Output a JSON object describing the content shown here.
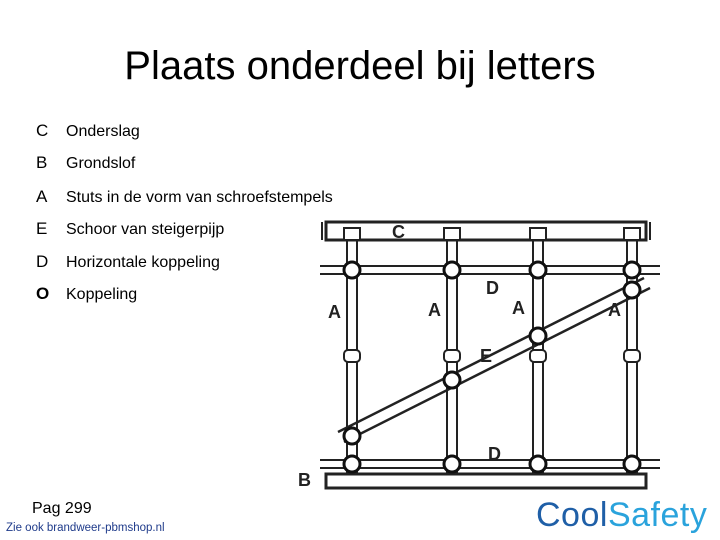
{
  "title": "Plaats onderdeel bij letters",
  "legend": [
    {
      "letter": "C",
      "text": "Onderslag"
    },
    {
      "letter": "B",
      "text": "Grondslof"
    },
    {
      "letter": "A",
      "text": "Stuts in de vorm van schroefstempels"
    },
    {
      "letter": "E",
      "text": "Schoor van steigerpijp"
    },
    {
      "letter": "D",
      "text": "Horizontale koppeling"
    },
    {
      "letter": "O",
      "text": "Koppeling"
    }
  ],
  "diagram_labels": {
    "c": "C",
    "a1": "A",
    "a2": "A",
    "a3": "A",
    "a4": "A",
    "d_top": "D",
    "e": "E",
    "d_bottom": "D",
    "b": "B"
  },
  "footer": {
    "page": "Pag 299",
    "site": "Zie ook brandweer-pbmshop.nl",
    "brand_part1": "Cool",
    "brand_part2": "Safety"
  },
  "colors": {
    "brand_dark": "#1f5fa7",
    "brand_light": "#2aa3dc"
  }
}
